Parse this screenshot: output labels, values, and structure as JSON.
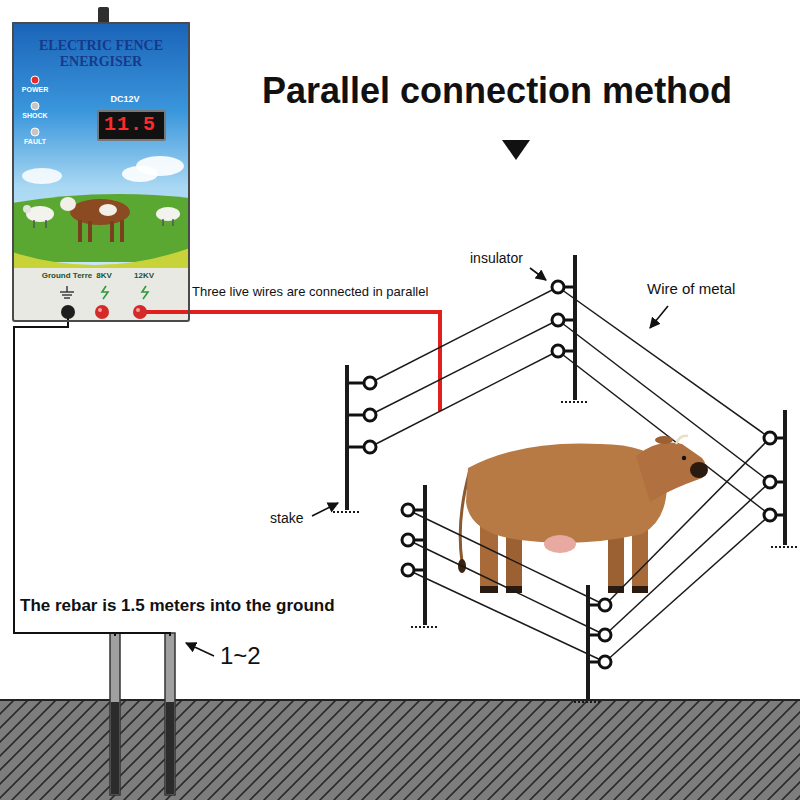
{
  "diagram": {
    "title": "Parallel connection method",
    "nodes": [
      {
        "text": [
          "ELECTRIC FENCE ENERGISER",
          "POWER",
          "SHOCK",
          "FAULT",
          "DC12V",
          "Ground Terre",
          "8KV",
          "12KV"
        ]
      },
      {
        "text": [
          "11.5"
        ],
        "in": 0
      }
    ],
    "labels": [
      "Three live wires are connected in parallel",
      "insulator",
      "Wire of metal",
      "stake",
      "The rebar is 1.5 meters into the ground",
      "1~2"
    ]
  }
}
